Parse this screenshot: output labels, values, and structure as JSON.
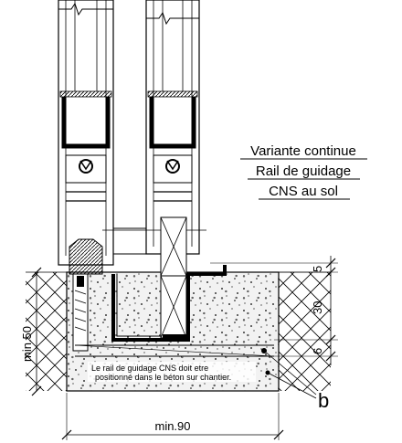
{
  "title": {
    "line1": "Variante continue",
    "line2": "Rail de guidage",
    "line3": "CNS au sol"
  },
  "dimensions": {
    "d5": "5",
    "d30": "30",
    "d6": "6",
    "min50": "min.50",
    "min90": "min.90"
  },
  "note": {
    "line1": "Le rail de guidage CNS doit etre",
    "line2": "positionné dans le béton sur chantier."
  },
  "callout": "b"
}
